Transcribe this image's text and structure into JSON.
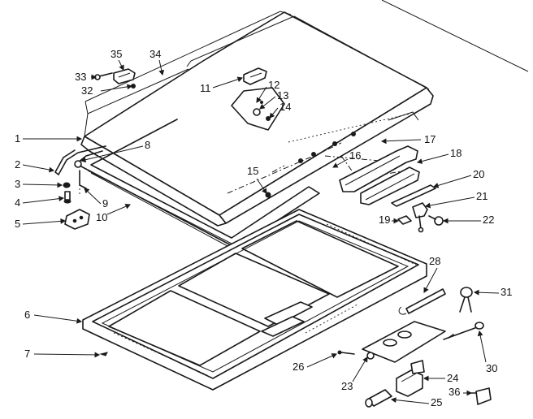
{
  "callouts": [
    {
      "id": "c1",
      "text": "1"
    },
    {
      "id": "c2",
      "text": "2"
    },
    {
      "id": "c3",
      "text": "3"
    },
    {
      "id": "c4",
      "text": "4"
    },
    {
      "id": "c5",
      "text": "5"
    },
    {
      "id": "c6",
      "text": "6"
    },
    {
      "id": "c7",
      "text": "7"
    },
    {
      "id": "c8",
      "text": "8"
    },
    {
      "id": "c9",
      "text": "9"
    },
    {
      "id": "c10",
      "text": "10"
    },
    {
      "id": "c11",
      "text": "11"
    },
    {
      "id": "c12",
      "text": "12"
    },
    {
      "id": "c13",
      "text": "13"
    },
    {
      "id": "c14",
      "text": "14"
    },
    {
      "id": "c15",
      "text": "15"
    },
    {
      "id": "c16",
      "text": "16"
    },
    {
      "id": "c17",
      "text": "17"
    },
    {
      "id": "c18",
      "text": "18"
    },
    {
      "id": "c19",
      "text": "19"
    },
    {
      "id": "c20",
      "text": "20"
    },
    {
      "id": "c21",
      "text": "21"
    },
    {
      "id": "c22",
      "text": "22"
    },
    {
      "id": "c23",
      "text": "23"
    },
    {
      "id": "c24",
      "text": "24"
    },
    {
      "id": "c25",
      "text": "25"
    },
    {
      "id": "c26",
      "text": "26"
    },
    {
      "id": "c28",
      "text": "28"
    },
    {
      "id": "c30",
      "text": "30"
    },
    {
      "id": "c31",
      "text": "31"
    },
    {
      "id": "c32",
      "text": "32"
    },
    {
      "id": "c33",
      "text": "33"
    },
    {
      "id": "c34",
      "text": "34"
    },
    {
      "id": "c35",
      "text": "35"
    },
    {
      "id": "c36",
      "text": "36"
    }
  ]
}
